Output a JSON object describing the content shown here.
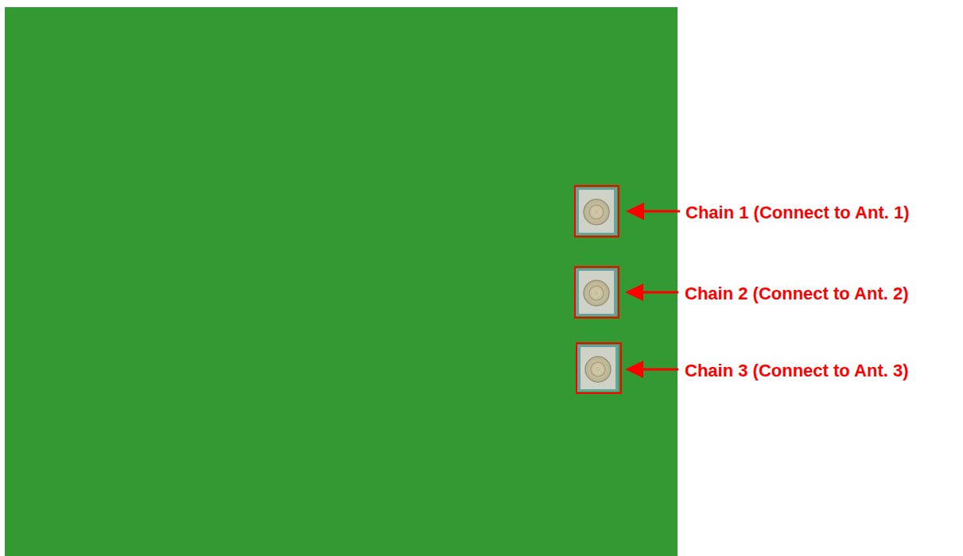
{
  "diagram": {
    "labels": [
      "Chain 1 (Connect to Ant. 1)",
      "Chain 2 (Connect to Ant. 2)",
      "Chain 3 (Connect to Ant. 3)"
    ]
  }
}
